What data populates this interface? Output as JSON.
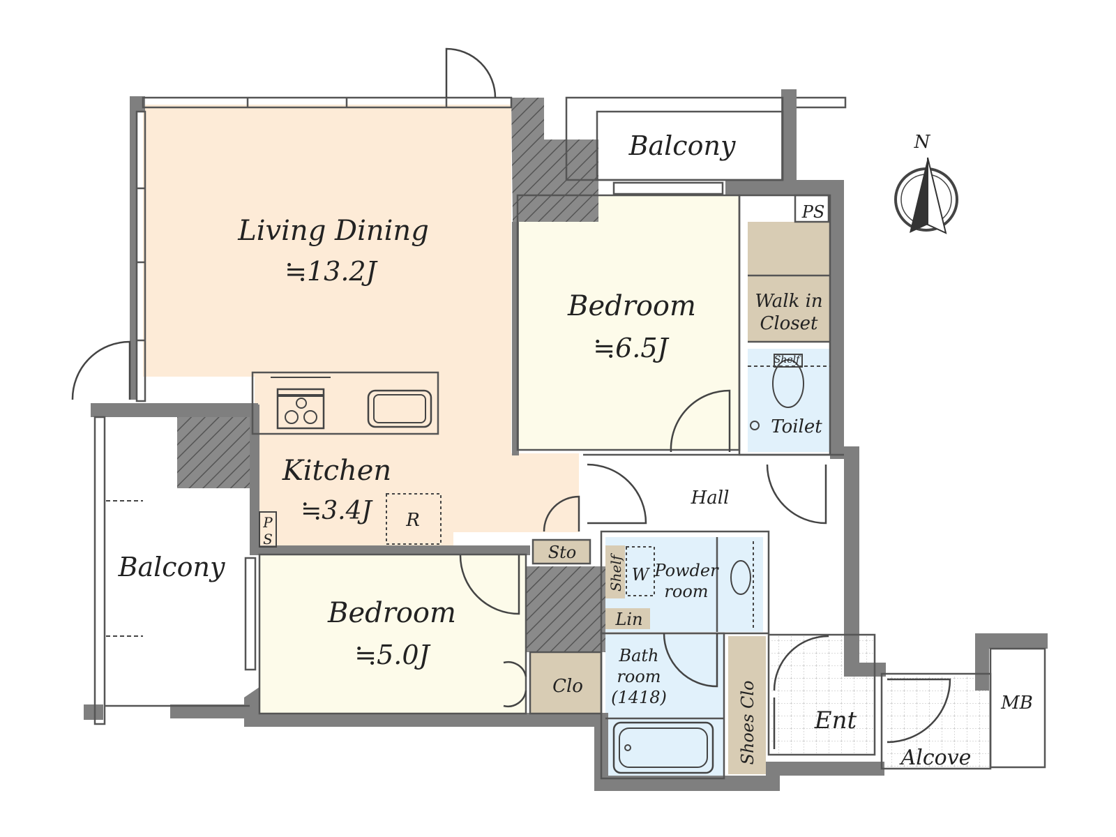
{
  "compass": {
    "north_label": "N"
  },
  "rooms": {
    "living_dining": {
      "name": "Living Dining",
      "area": "≒13.2J"
    },
    "kitchen": {
      "name": "Kitchen",
      "area": "≒3.4J"
    },
    "bedroom_north": {
      "name": "Bedroom",
      "area": "≒6.5J"
    },
    "bedroom_south": {
      "name": "Bedroom",
      "area": "≒5.0J"
    },
    "balcony_north": {
      "name": "Balcony"
    },
    "balcony_west": {
      "name": "Balcony"
    },
    "walk_in_closet": {
      "line1": "Walk in",
      "line2": "Closet"
    },
    "toilet": {
      "name": "Toilet",
      "shelf": "Shelf"
    },
    "hall": {
      "name": "Hall"
    },
    "powder_room": {
      "line1": "Powder",
      "line2": "room",
      "washer": "W",
      "shelf": "Shelf"
    },
    "bath_room": {
      "line1": "Bath",
      "line2": "room",
      "line3": "(1418)"
    },
    "entrance": {
      "name": "Ent"
    },
    "alcove": {
      "name": "Alcove"
    },
    "meter_box": {
      "name": "MB"
    },
    "shoes_closet": {
      "name": "Shoes Clo"
    },
    "closet": {
      "name": "Clo"
    },
    "storage": {
      "name": "Sto"
    },
    "linen": {
      "name": "Lin"
    },
    "refrigerator": {
      "name": "R"
    },
    "pipe_space_north": {
      "name": "PS"
    },
    "pipe_space_kitchen": {
      "line1": "P",
      "line2": "S"
    }
  },
  "colors": {
    "living": "#fdebd7",
    "bedroom": "#fdfbea",
    "wet_area": "#e1f1fb",
    "storage": "#d8ccb4",
    "wall": "#7f7f7f",
    "outline": "#555555"
  }
}
